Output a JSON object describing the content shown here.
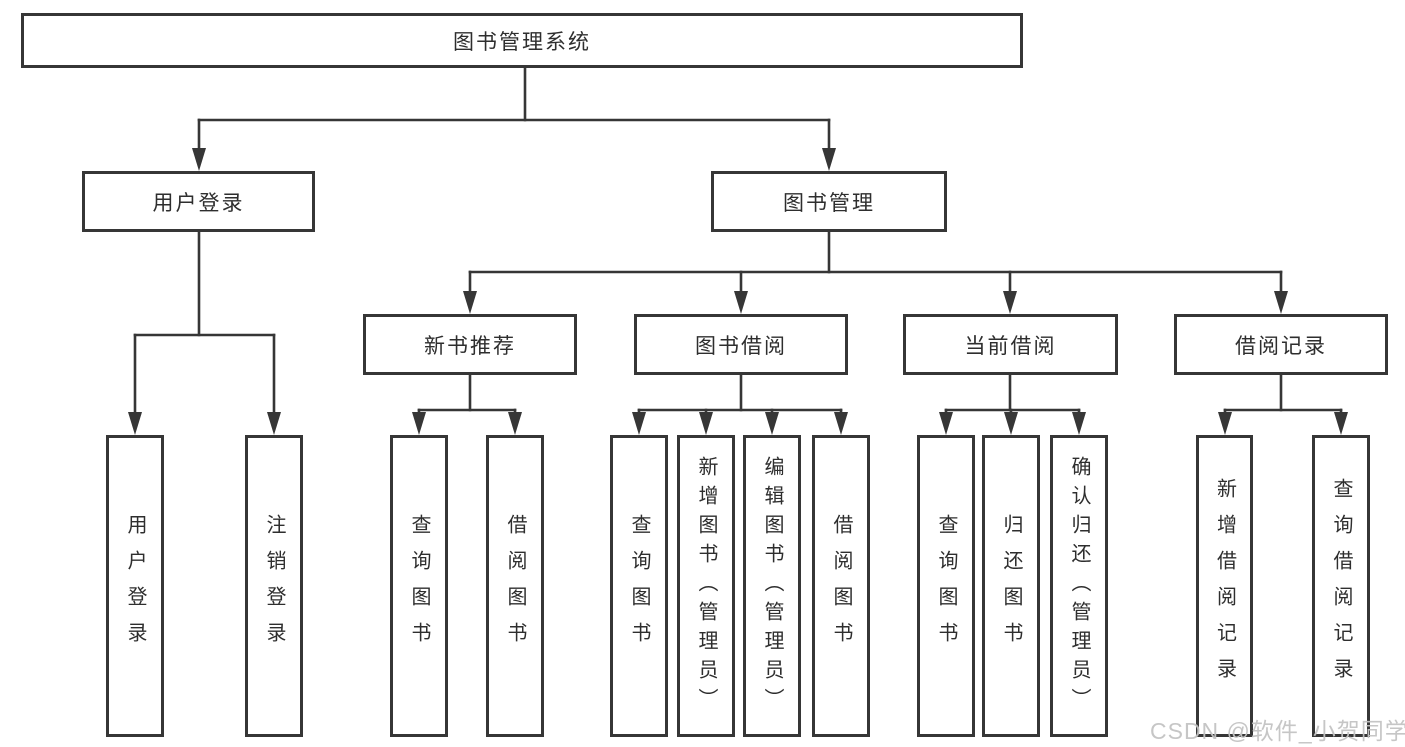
{
  "diagram": {
    "root": "图书管理系统",
    "branches": [
      {
        "label": "用户登录",
        "children": [
          "用户登录",
          "注销登录"
        ]
      },
      {
        "label": "图书管理",
        "groups": [
          {
            "label": "新书推荐",
            "children": [
              "查询图书",
              "借阅图书"
            ]
          },
          {
            "label": "图书借阅",
            "children": [
              "查询图书",
              "新增图书（管理员）",
              "编辑图书（管理员）",
              "借阅图书"
            ]
          },
          {
            "label": "当前借阅",
            "children": [
              "查询图书",
              "归还图书",
              "确认归还（管理员）"
            ]
          },
          {
            "label": "借阅记录",
            "children": [
              "新增借阅记录",
              "查询借阅记录"
            ]
          }
        ]
      }
    ]
  },
  "watermark": {
    "text": "CSDN @软件_小贺同学"
  },
  "colors": {
    "line": "#363636",
    "box_border": "#363636",
    "text": "#2e2e2e",
    "watermark": "#c3c3c3",
    "background": "#ffffff"
  }
}
